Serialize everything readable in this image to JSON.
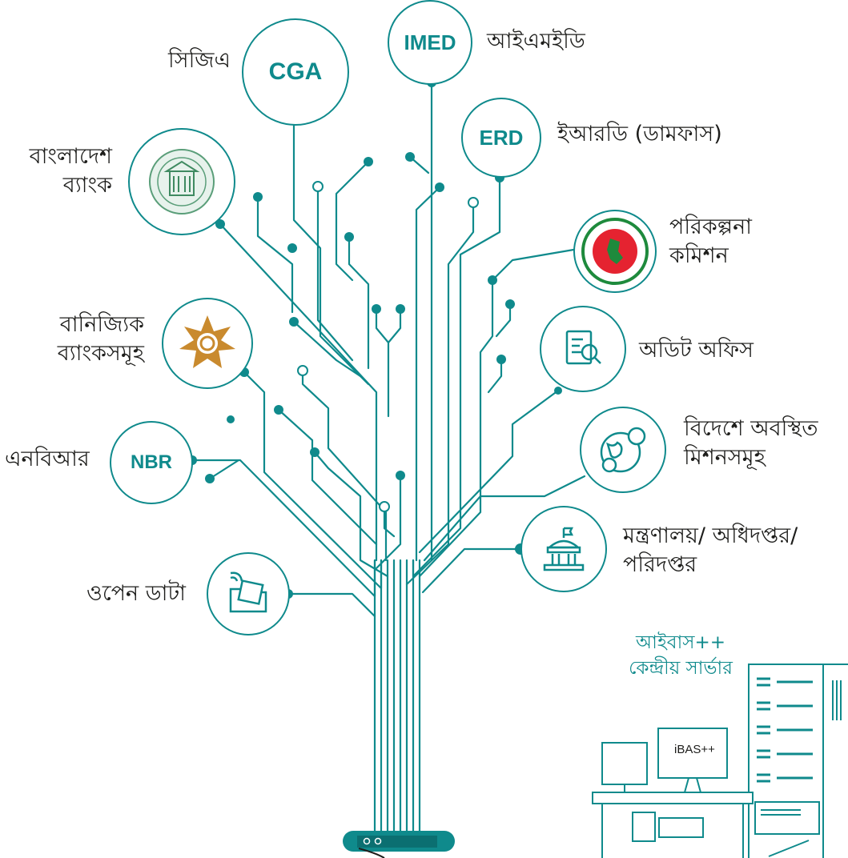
{
  "nodes": {
    "cga": {
      "abbr": "CGA",
      "label": "সিজিএ"
    },
    "imed": {
      "abbr": "IMED",
      "label": "আইএমইডি"
    },
    "erd": {
      "abbr": "ERD",
      "label": "ইআরডি (ডামফাস)"
    },
    "bb": {
      "label_line1": "বাংলাদেশ",
      "label_line2": "ব্যাংক",
      "icon": "bangladesh-bank-seal-icon"
    },
    "planning": {
      "label_line1": "পরিকল্পনা",
      "label_line2": "কমিশন",
      "icon": "government-seal-icon"
    },
    "commercial": {
      "label_line1": "বানিজ্যিক",
      "label_line2": "ব্যাংকসমূহ",
      "icon": "star-emblem-icon"
    },
    "audit": {
      "label": "অডিট অফিস",
      "icon": "document-search-icon"
    },
    "missions": {
      "label_line1": "বিদেশে অবস্থিত",
      "label_line2": "মিশনসমূহ",
      "icon": "globe-money-icon"
    },
    "nbr": {
      "abbr": "NBR",
      "label": "এনবিআর"
    },
    "ministry": {
      "label_line1": "মন্ত্রণালয়/ অধিদপ্তর/",
      "label_line2": "পরিদপ্তর",
      "icon": "government-building-icon"
    },
    "opendata": {
      "label": "ওপেন ডাটা",
      "icon": "folder-wifi-icon"
    }
  },
  "server": {
    "title_line1": "আইবাস++",
    "title_line2": "কেন্দ্রীয় সার্ভার",
    "screen_text": "iBAS++"
  },
  "colors": {
    "accent": "#0f8a8c",
    "dark": "#1d1d1b"
  }
}
